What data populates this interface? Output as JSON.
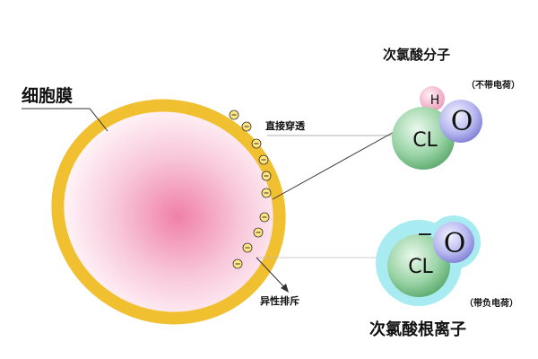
{
  "labels": {
    "membrane": "细胞膜",
    "penetrate": "直接穿透",
    "repel": "异性排斥",
    "hclo_title": "次氯酸分子",
    "hclo_note": "（不带电荷）",
    "ocl_title": "次氯酸根离子",
    "ocl_note": "（带负电荷）"
  },
  "molecule_hclo": {
    "h": "H",
    "cl": "CL",
    "o": "O"
  },
  "ion_ocl": {
    "charge": "−",
    "cl": "CL",
    "o": "O"
  },
  "charge_symbol": "⊖",
  "colors": {
    "membrane": "#f0c030",
    "cell_center": "#f080a8",
    "hydrogen": "#f4b8cc",
    "chlorine": "#7cc48c",
    "oxygen": "#a8a8ec",
    "ion_glow": "#a8ecf2"
  }
}
